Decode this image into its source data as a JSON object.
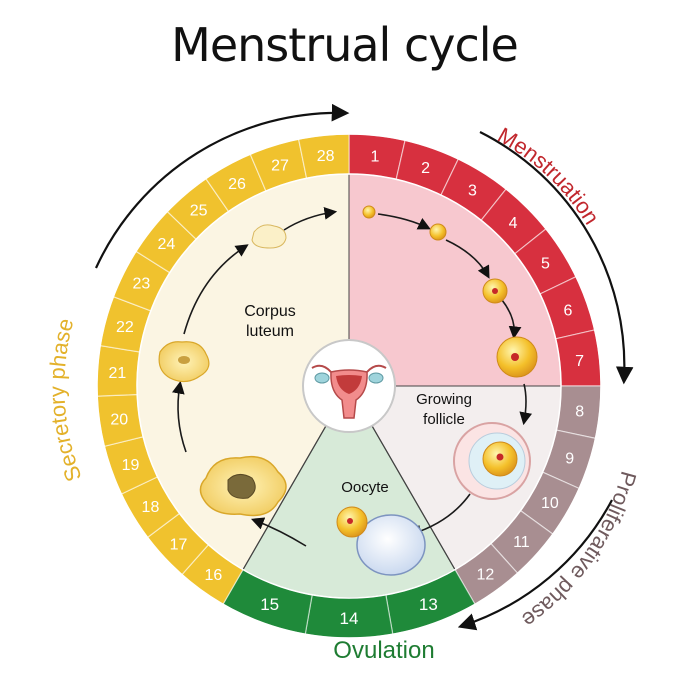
{
  "title": "Menstrual cycle",
  "colors": {
    "menstruation": "#d7303f",
    "menstruation_bg": "#f7c8cf",
    "proliferative": "#a88e91",
    "proliferative_bg": "#f3eeee",
    "ovulation": "#1f8a3a",
    "ovulation_bg": "#d7ead8",
    "secretory": "#f0c22e",
    "secretory_bg": "#fbf5e3",
    "menstruation_label": "#c1272d",
    "proliferative_label": "#6f5a5d",
    "ovulation_label": "#1e7c32",
    "secretory_label": "#e3b12a"
  },
  "days": [
    "1",
    "2",
    "3",
    "4",
    "5",
    "6",
    "7",
    "8",
    "9",
    "10",
    "11",
    "12",
    "13",
    "14",
    "15",
    "16",
    "17",
    "18",
    "19",
    "20",
    "21",
    "22",
    "23",
    "24",
    "25",
    "26",
    "27",
    "28"
  ],
  "phases": [
    {
      "key": "menstruation",
      "label": "Menstruation",
      "first_day": 1,
      "last_day": 7
    },
    {
      "key": "proliferative",
      "label": "Proliferative phase",
      "first_day": 8,
      "last_day": 12
    },
    {
      "key": "ovulation",
      "label": "Ovulation",
      "first_day": 13,
      "last_day": 15
    },
    {
      "key": "secretory",
      "label": "Secretory phase",
      "first_day": 16,
      "last_day": 28
    }
  ],
  "labels": {
    "corpus_luteum_line1": "Corpus",
    "corpus_luteum_line2": "luteum",
    "growing_follicle_line1": "Growing",
    "growing_follicle_line2": "follicle",
    "oocyte": "Oocyte"
  },
  "icons": [
    "uterus-icon",
    "follicle-icon",
    "oocyte-icon",
    "corpus-luteum-icon"
  ]
}
